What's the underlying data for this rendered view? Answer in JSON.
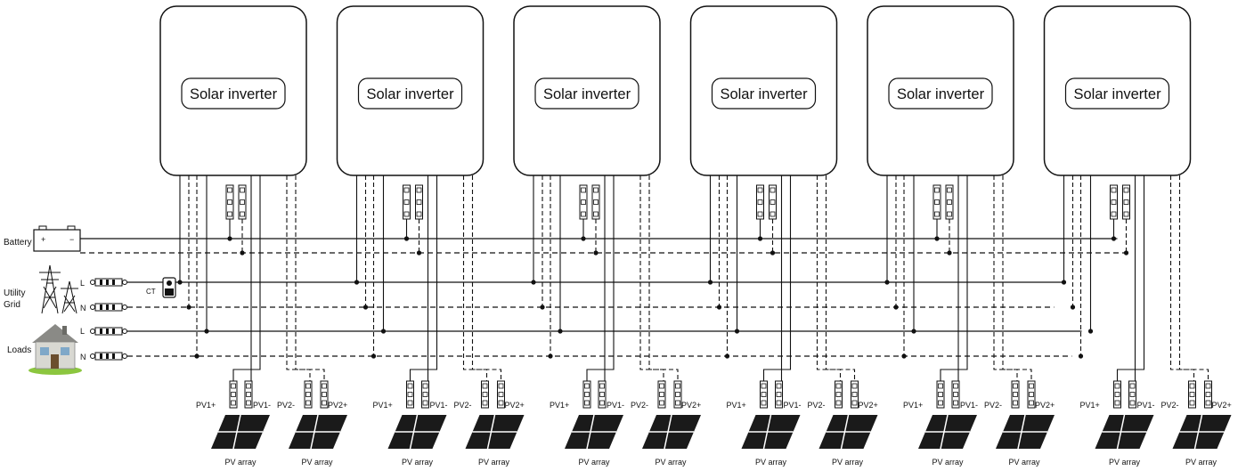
{
  "inverter_label": "Solar inverter",
  "inverter_count": 6,
  "battery": {
    "label": "Battery"
  },
  "grid": {
    "label_line1": "Utility",
    "label_line2": "Grid",
    "ct_label": "CT",
    "line_label": "L",
    "neutral_label": "N"
  },
  "loads": {
    "label": "Loads",
    "line_label": "L",
    "neutral_label": "N"
  },
  "pv_terminals": {
    "pv1_plus": "PV1+",
    "pv1_minus": "PV1-",
    "pv2_minus": "PV2-",
    "pv2_plus": "PV2+"
  },
  "pv_array_label": "PV array",
  "icons": [
    "battery-icon",
    "transmission-tower-icon",
    "house-icon",
    "breaker-icon",
    "current-transformer-icon",
    "solar-panel-icon",
    "fuse-icon"
  ],
  "colors": {
    "line": "#111111",
    "panel": "#1a1a1a",
    "house_wall": "#d8d8d2",
    "house_roof": "#8a8a86",
    "grass": "#8cc63f"
  }
}
